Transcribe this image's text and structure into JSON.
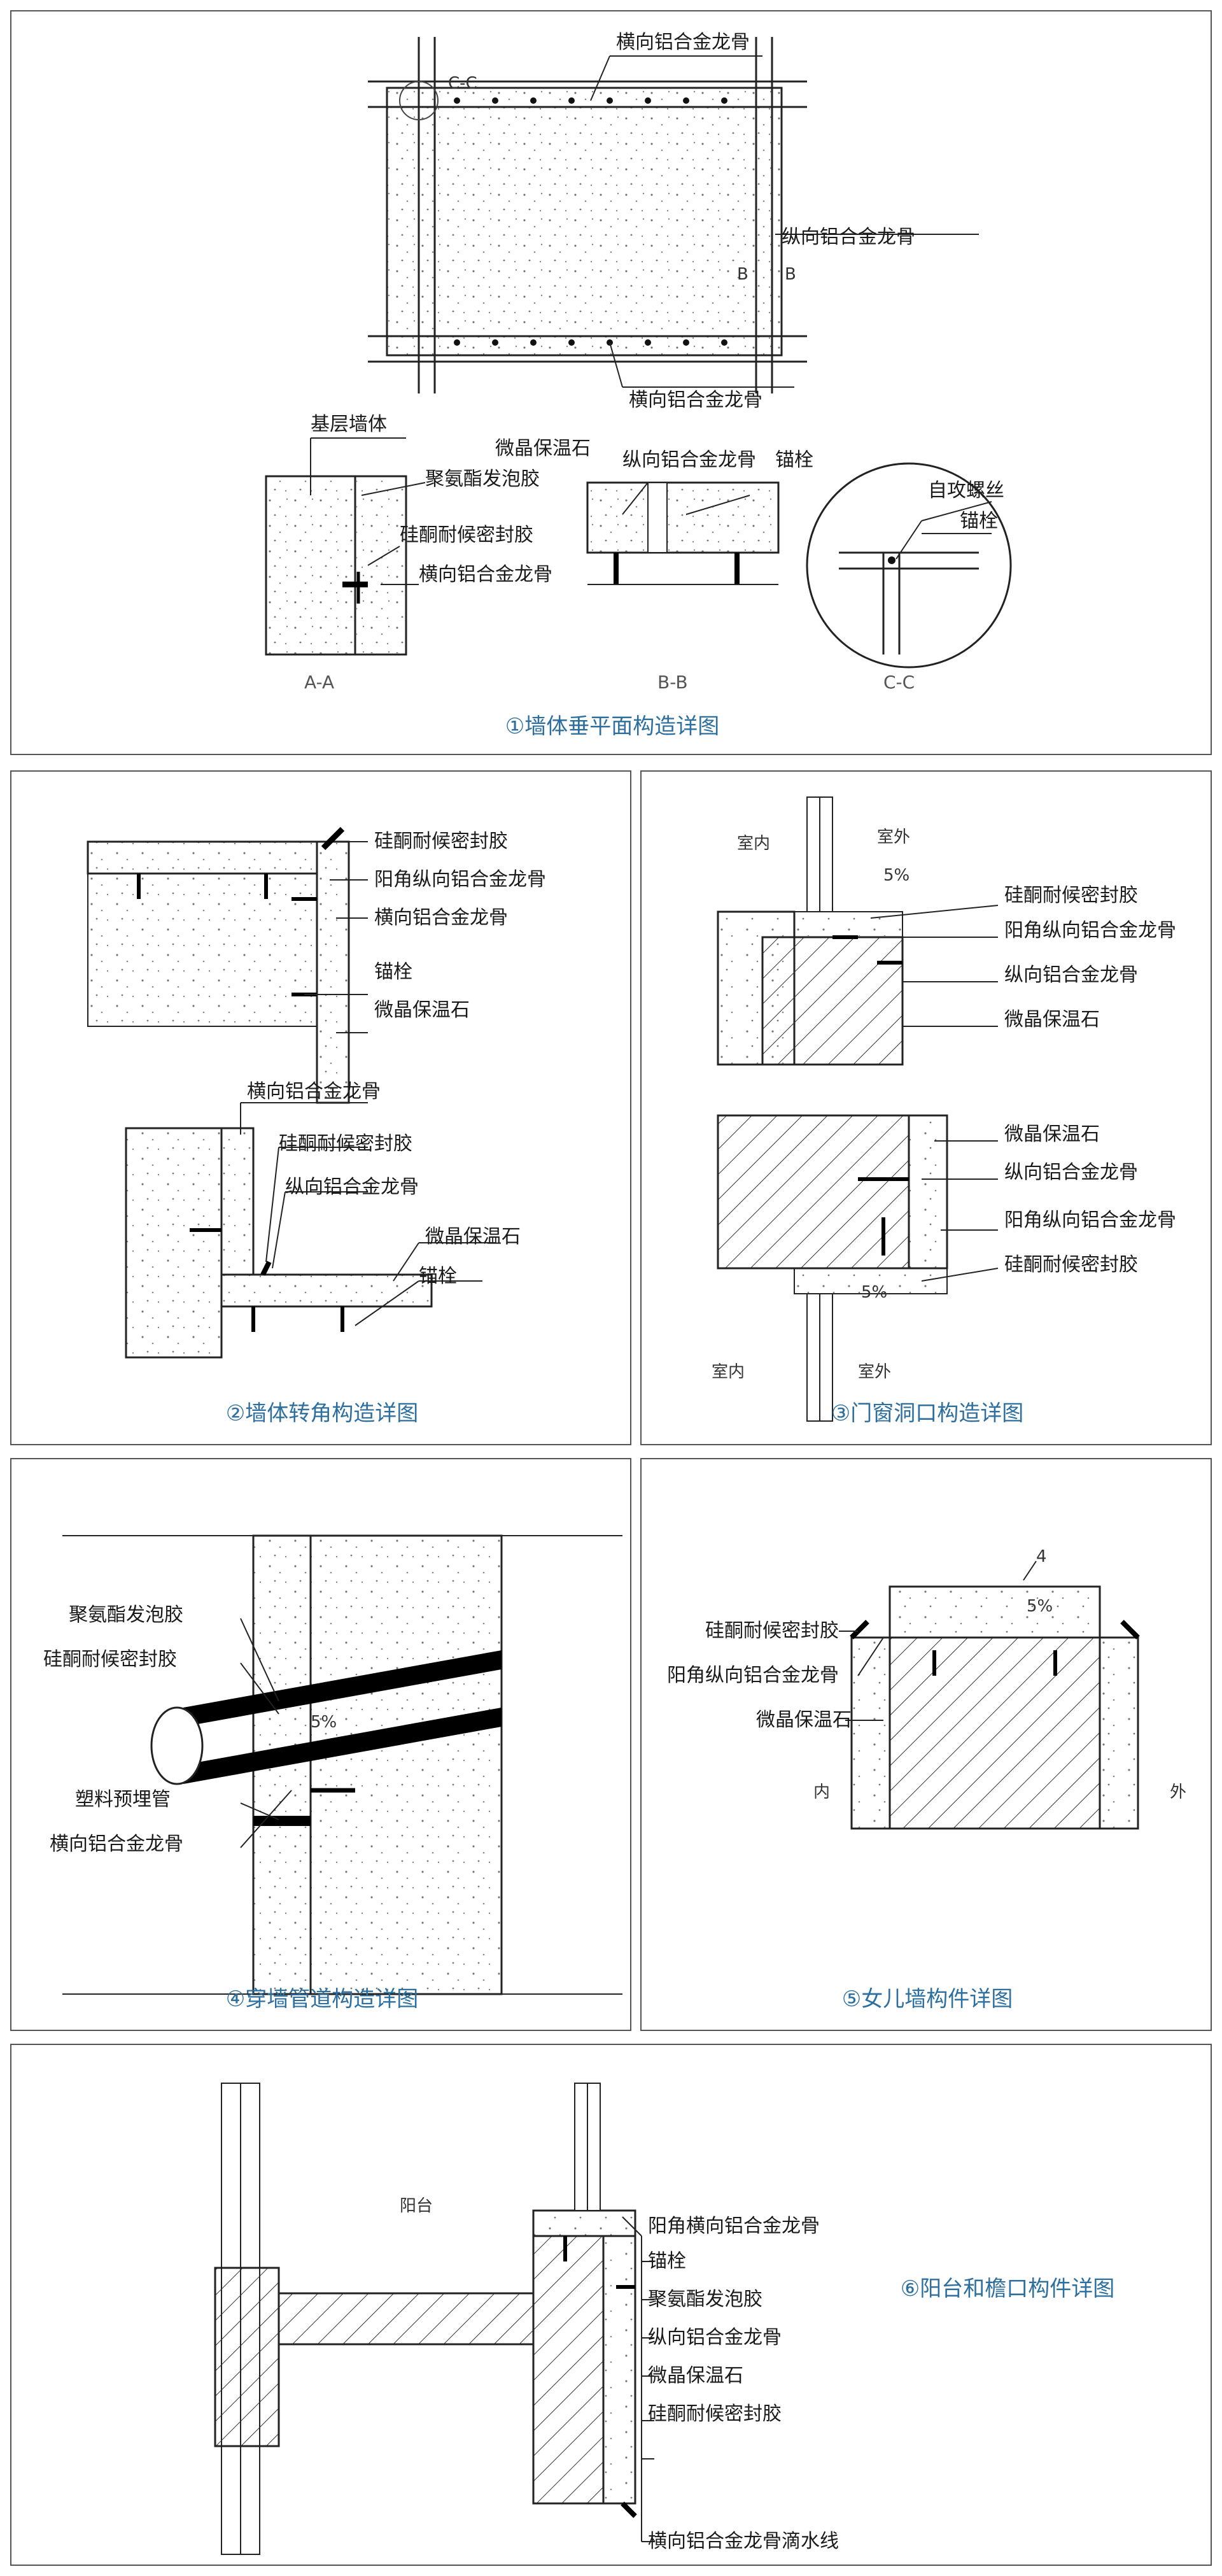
{
  "panel1": {
    "caption": "①墙体垂平面构造详图",
    "labels": {
      "top_horizontal_keel": "横向铝合金龙骨",
      "vertical_keel": "纵向铝合金龙骨",
      "bottom_horizontal_keel": "横向铝合金龙骨",
      "base_wall": "基层墙体",
      "pu_foam": "聚氨酯发泡胶",
      "silicone_sealant": "硅酮耐候密封胶",
      "aa_horizontal_keel": "横向铝合金龙骨",
      "microcrystal_stone": "微晶保温石",
      "bb_vertical_keel": "纵向铝合金龙骨",
      "anchor_bolt": "锚栓",
      "self_tapping_screw": "自攻螺丝",
      "cc_anchor_bolt": "锚栓"
    },
    "section_marks": {
      "cc_mark": "C-C",
      "b_mark_1": "B",
      "b_mark_2": "B",
      "aa": "A-A",
      "bb": "B-B",
      "cc": "C-C"
    }
  },
  "panel2": {
    "caption": "②墙体转角构造详图",
    "labels": {
      "silicone_sealant": "硅酮耐候密封胶",
      "outer_corner_keel": "阳角纵向铝合金龙骨",
      "horizontal_keel": "横向铝合金龙骨",
      "anchor_bolt": "锚栓",
      "microcrystal_stone": "微晶保温石",
      "lower_horizontal_keel": "横向铝合金龙骨",
      "lower_silicone_sealant": "硅酮耐候密封胶",
      "lower_vertical_keel": "纵向铝合金龙骨",
      "lower_microcrystal_stone": "微晶保温石",
      "lower_anchor_bolt": "锚栓"
    }
  },
  "panel3": {
    "caption": "③门窗洞口构造详图",
    "labels": {
      "silicone_sealant": "硅酮耐候密封胶",
      "outer_corner_keel": "阳角纵向铝合金龙骨",
      "vertical_keel": "纵向铝合金龙骨",
      "microcrystal_stone": "微晶保温石",
      "lower_microcrystal_stone": "微晶保温石",
      "lower_vertical_keel": "纵向铝合金龙骨",
      "lower_outer_corner_keel": "阳角纵向铝合金龙骨",
      "lower_silicone_sealant": "硅酮耐候密封胶"
    },
    "annotations": {
      "indoor_top": "室内",
      "outdoor_top": "室外",
      "slope_top": "5%",
      "indoor_bottom": "室内",
      "outdoor_bottom": "室外",
      "slope_bottom": "5%"
    }
  },
  "panel4": {
    "caption": "④穿墙管道构造详图",
    "labels": {
      "pu_foam": "聚氨酯发泡胶",
      "silicone_sealant": "硅酮耐候密封胶",
      "plastic_pipe": "塑料预埋管",
      "horizontal_keel": "横向铝合金龙骨"
    },
    "annotations": {
      "slope": "5%"
    }
  },
  "panel5": {
    "caption": "⑤女儿墙构件详图",
    "labels": {
      "silicone_sealant": "硅酮耐候密封胶",
      "outer_corner_keel": "阳角纵向铝合金龙骨",
      "microcrystal_stone": "微晶保温石"
    },
    "annotations": {
      "inside": "内",
      "outside": "外",
      "slope": "5%",
      "num": "4"
    }
  },
  "panel6": {
    "caption": "⑥阳台和檐口构件详图",
    "labels": {
      "outer_corner_horizontal_keel": "阳角横向铝合金龙骨",
      "anchor_bolt": "锚栓",
      "pu_foam": "聚氨酯发泡胶",
      "vertical_keel": "纵向铝合金龙骨",
      "microcrystal_stone": "微晶保温石",
      "silicone_sealant": "硅酮耐候密封胶",
      "drip_line_keel": "横向铝合金龙骨滴水线"
    },
    "annotations": {
      "balcony": "阳台"
    }
  },
  "colors": {
    "caption": "#2d6f9f",
    "border": "#555555",
    "line": "#1a1a1a"
  }
}
